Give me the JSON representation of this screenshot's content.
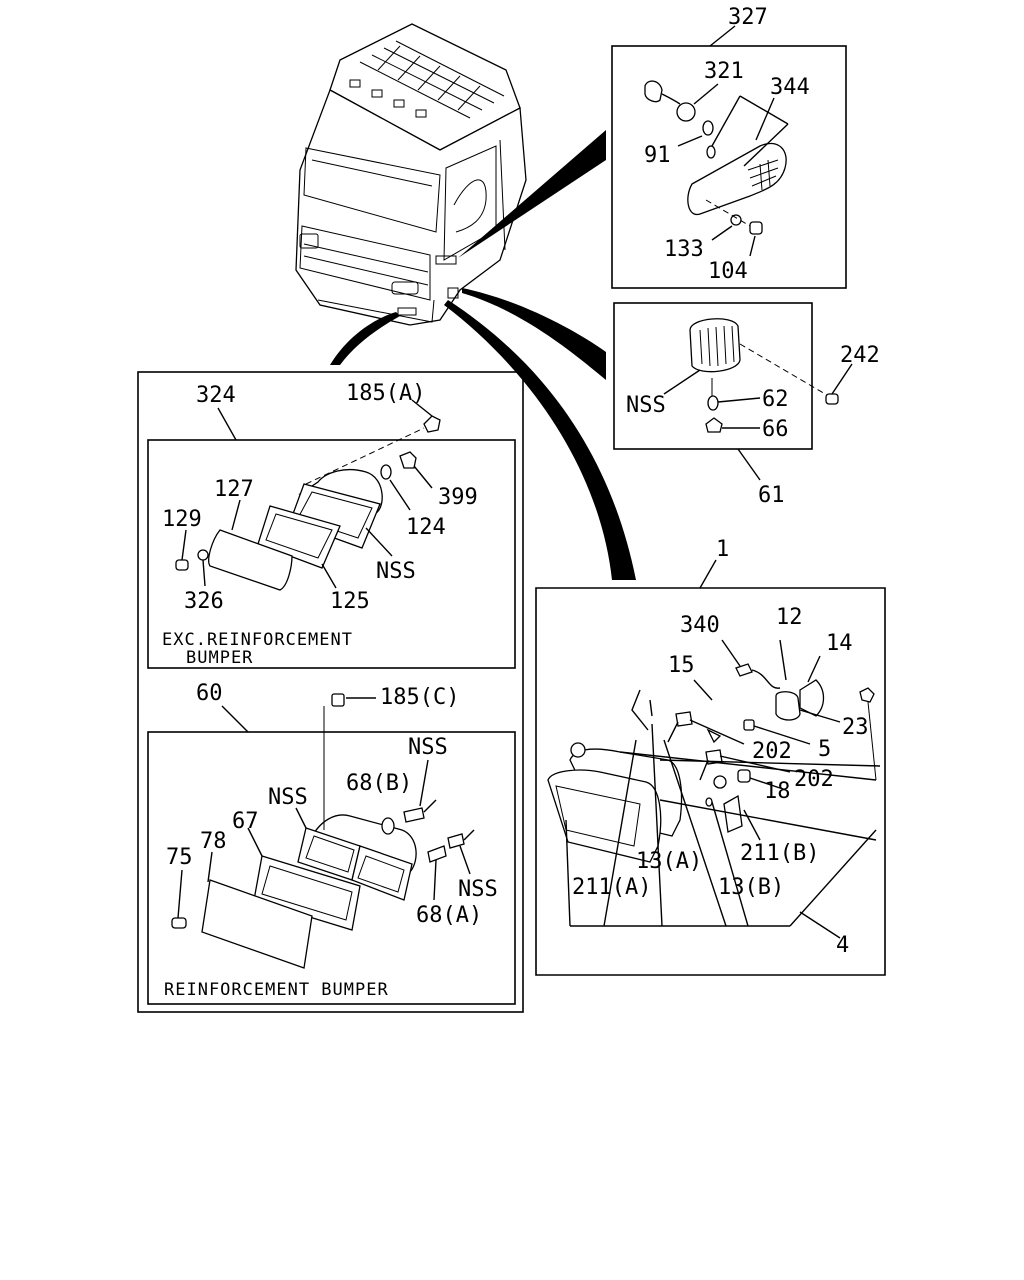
{
  "callouts": {
    "c327": "327",
    "c321": "321",
    "c344": "344",
    "c91": "91",
    "c133": "133",
    "c104": "104",
    "c242": "242",
    "c61nss": "NSS",
    "c62": "62",
    "c66": "66",
    "c61": "61",
    "c324": "324",
    "c185a": "185(A)",
    "c127": "127",
    "c129": "129",
    "c326": "326",
    "c125": "125",
    "c124": "124",
    "c399": "399",
    "c324nss": "NSS",
    "c60": "60",
    "c185c": "185(C)",
    "c60nss1": "NSS",
    "c68b": "68(B)",
    "c60nss2": "NSS",
    "c67": "67",
    "c78": "78",
    "c75": "75",
    "c60nss3": "NSS",
    "c68a": "68(A)",
    "c1": "1",
    "c340": "340",
    "c12": "12",
    "c14": "14",
    "c15": "15",
    "c23": "23",
    "c202a": "202",
    "c5": "5",
    "c202b": "202",
    "c18": "18",
    "c211b": "211(B)",
    "c13a": "13(A)",
    "c211a": "211(A)",
    "c13b": "13(B)",
    "c4": "4"
  },
  "notes": {
    "exc_line1": "EXC.REINFORCEMENT",
    "exc_line2": "BUMPER",
    "reinf": "REINFORCEMENT BUMPER"
  }
}
